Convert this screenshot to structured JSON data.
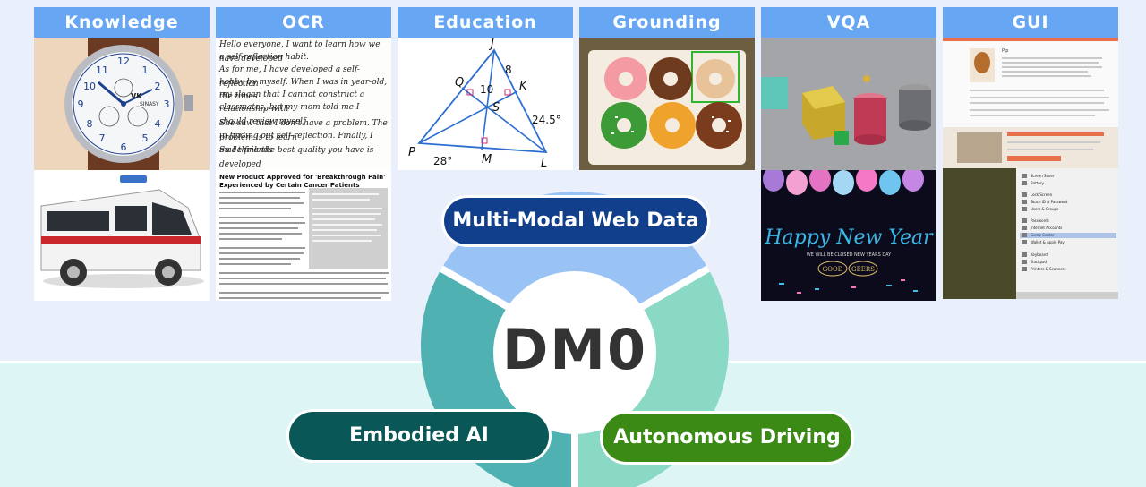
{
  "categories": [
    {
      "label": "Knowledge"
    },
    {
      "label": "OCR"
    },
    {
      "label": "Education"
    },
    {
      "label": "Grounding"
    },
    {
      "label": "VQA"
    },
    {
      "label": "GUI"
    }
  ],
  "center": {
    "label": "DM0"
  },
  "segments": {
    "web": "Multi-Modal Web Data",
    "embodied": "Embodied AI",
    "driving": "Autonomous Driving"
  },
  "knowledge": {
    "watch_brand": "VK",
    "watch_sub": "SINASY"
  },
  "ocr": {
    "handwriting": [
      "Hello everyone, I want to learn how we have developed",
      "a self-reflection habit.",
      "As for me, I have developed a self-reflection",
      "hobby by myself. When I was in year-old, the times",
      "my slogan that I cannot construct a relationship with",
      "classmates, but my mom told me I should review myself",
      "She saw that I don't have a problem. The problem is to learn",
      "in finding out self-reflection. Finally, I made friends",
      "So I think the best quality you have is",
      "developed"
    ],
    "doc_title": "New Product Approved for 'Breakthrough Pain' Experienced by Certain Cancer Patients"
  },
  "education": {
    "labels": {
      "J": "J",
      "Q": "Q",
      "K": "K",
      "S": "S",
      "P": "P",
      "M": "M",
      "L": "L"
    },
    "measures": {
      "jk": "8",
      "js": "10",
      "angle_l": "24.5°",
      "angle_p": "28°"
    }
  },
  "vqa": {
    "greeting": "Happy New Year",
    "notice": "WE WILL BE CLOSED NEW YEARS DAY",
    "brand_a": "GOOD",
    "brand_b": "GEERS"
  },
  "gui": {
    "profile_name": "Pip",
    "settings_items": [
      "Screen Saver",
      "Battery",
      "Lock Screen",
      "Touch ID & Password",
      "Users & Groups",
      "Passwords",
      "Internet Accounts",
      "Game Center",
      "Wallet & Apple Pay",
      "Keyboard",
      "Trackpad",
      "Printers & Scanners"
    ]
  },
  "colors": {
    "header": "#66a6f2",
    "ring_top": "#9ac3f5",
    "ring_left": "#4fb1b1",
    "ring_right": "#8ad9c5",
    "pill_web": "#123f8c",
    "pill_embodied": "#0a5758",
    "pill_driving": "#3c8a16"
  }
}
